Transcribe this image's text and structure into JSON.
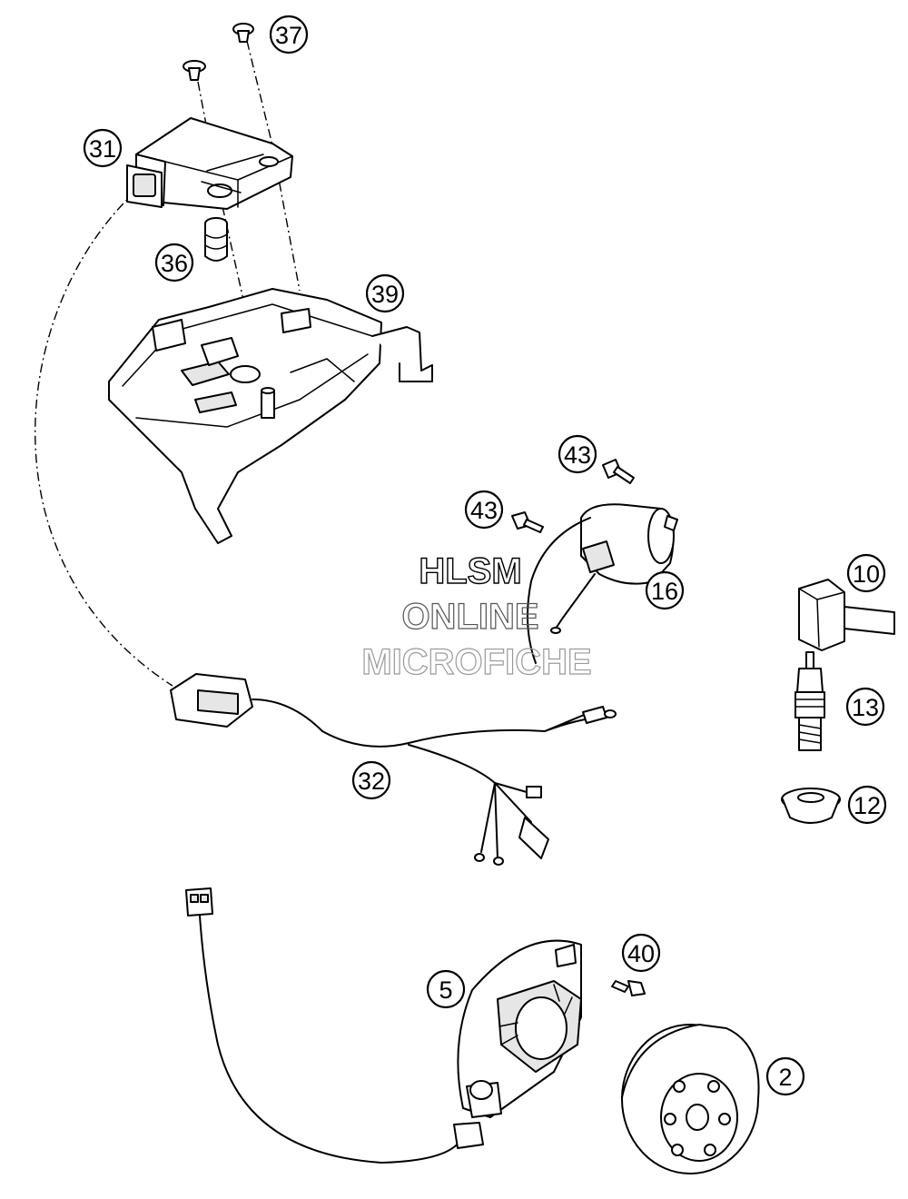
{
  "watermark": {
    "line1": "HLSM",
    "line2": "ONLINE",
    "line3": "MICROFICHE"
  },
  "callouts": [
    {
      "id": "c37",
      "number": "37"
    },
    {
      "id": "c31",
      "number": "31"
    },
    {
      "id": "c36",
      "number": "36"
    },
    {
      "id": "c39",
      "number": "39"
    },
    {
      "id": "c43a",
      "number": "43"
    },
    {
      "id": "c43b",
      "number": "43"
    },
    {
      "id": "c16",
      "number": "16"
    },
    {
      "id": "c10",
      "number": "10"
    },
    {
      "id": "c13",
      "number": "13"
    },
    {
      "id": "c12",
      "number": "12"
    },
    {
      "id": "c32",
      "number": "32"
    },
    {
      "id": "c40",
      "number": "40"
    },
    {
      "id": "c5",
      "number": "5"
    },
    {
      "id": "c2",
      "number": "2"
    }
  ]
}
